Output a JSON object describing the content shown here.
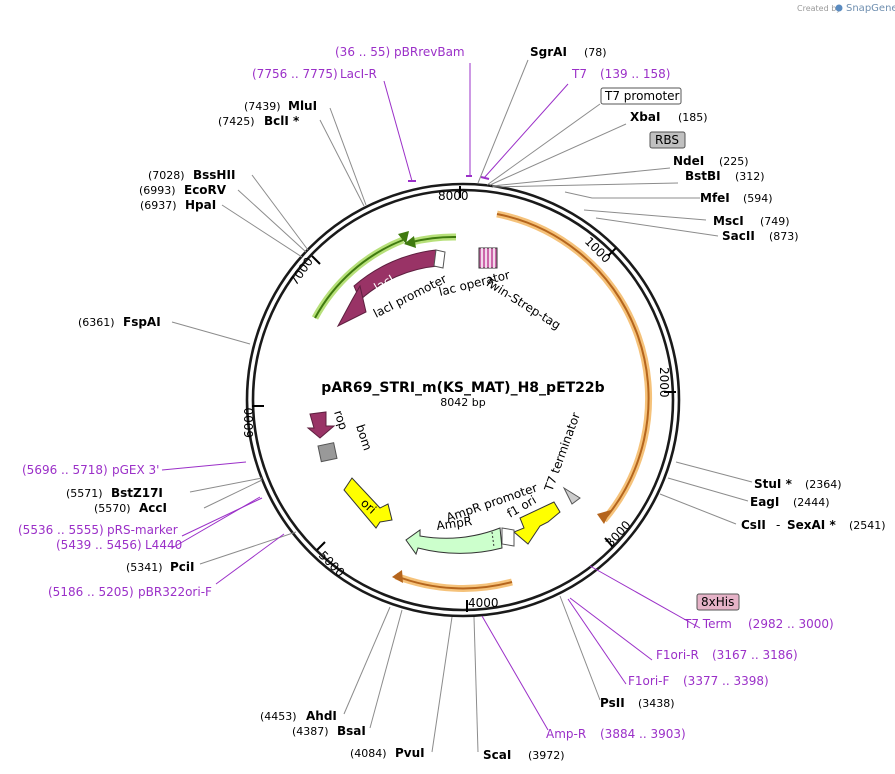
{
  "credit": {
    "text": "Created by",
    "brand": "SnapGene"
  },
  "plasmid": {
    "name": "pAR69_STRI_m(KS_MAT)_H8_pET22b",
    "size": "8042 bp"
  },
  "ticks": [
    "1000",
    "2000",
    "3000",
    "4000",
    "5000",
    "6000",
    "7000",
    "8000"
  ],
  "sites": [
    {
      "name": "SgrAI",
      "pos": "(78)"
    },
    {
      "name": "XbaI",
      "pos": "(185)"
    },
    {
      "name": "NdeI",
      "pos": "(225)"
    },
    {
      "name": "BstBI",
      "pos": "(312)"
    },
    {
      "name": "MfeI",
      "pos": "(594)"
    },
    {
      "name": "MscI",
      "pos": "(749)"
    },
    {
      "name": "SacII",
      "pos": "(873)"
    },
    {
      "name": "StuI *",
      "pos": "(2364)"
    },
    {
      "name": "EagI",
      "pos": "(2444)"
    },
    {
      "name": "CsII",
      "pos": "(2541)"
    },
    {
      "name": "PsII",
      "pos": "(3438)"
    },
    {
      "name": "ScaI",
      "pos": "(3972)"
    },
    {
      "name": "PvuI",
      "pos": "(4084)"
    },
    {
      "name": "BsaI",
      "pos": "(4387)"
    },
    {
      "name": "AhdI",
      "pos": "(4453)"
    },
    {
      "name": "PciI",
      "pos": "(5341)"
    },
    {
      "name": "AccI",
      "pos": "(5570)"
    },
    {
      "name": "BstZ17I",
      "pos": "(5571)"
    },
    {
      "name": "FspAI",
      "pos": "(6361)"
    },
    {
      "name": "HpaI",
      "pos": "(6937)"
    },
    {
      "name": "EcoRV",
      "pos": "(6993)"
    },
    {
      "name": "BssHII",
      "pos": "(7028)"
    },
    {
      "name": "BclI *",
      "pos": "(7425)"
    },
    {
      "name": "MluI",
      "pos": "(7439)"
    }
  ],
  "sexai": {
    "prefix": "- ",
    "name": "SexAI *"
  },
  "primers": [
    {
      "name": "pBRrevBam",
      "range": "(36 .. 55)"
    },
    {
      "name": "LacI-R",
      "range": "(7756 .. 7775)"
    },
    {
      "name": "T7",
      "range": "(139 .. 158)"
    },
    {
      "name": "T7 Term",
      "range": "(2982 .. 3000)"
    },
    {
      "name": "F1ori-R",
      "range": "(3167 .. 3186)"
    },
    {
      "name": "F1ori-F",
      "range": "(3377 .. 3398)"
    },
    {
      "name": "Amp-R",
      "range": "(3884 .. 3903)"
    },
    {
      "name": "pGEX 3'",
      "range": "(5696 .. 5718)"
    },
    {
      "name": "pRS-marker",
      "range": "(5536 .. 5555)"
    },
    {
      "name": "L4440",
      "range": "(5439 .. 5456)"
    },
    {
      "name": "pBR322ori-F",
      "range": "(5186 .. 5205)"
    }
  ],
  "boxed": {
    "t7_promoter": "T7 promoter",
    "rbs": "RBS",
    "his": "8xHis"
  },
  "features": {
    "laci": "lacI",
    "laci_promoter": "lacI promoter",
    "lac_operator": "lac operator",
    "twin_strep": "Twin-Strep-tag",
    "t7_terminator": "T7 terminator",
    "f1_ori": "f1 ori",
    "ampr_promoter": "AmpR promoter",
    "ampr": "AmpR",
    "ori": "ori",
    "rop": "rop",
    "bom": "bom"
  },
  "colors": {
    "backbone": "#1a1a1a",
    "enzyme_line": "#8c8c8c",
    "primer": "#9b30c8",
    "orf_orange": "#f5c27a",
    "orf_orange_dark": "#b5651d",
    "orf_green": "#b7e07a",
    "orf_green_dark": "#3f7a0f",
    "laci": "#993366",
    "ampr": "#ccffcc",
    "ori": "#ffff00",
    "f1_ori": "#ffff00",
    "bom": "#999999",
    "rbs_box": "#c0c0c0",
    "his_box": "#e6b3c8"
  }
}
